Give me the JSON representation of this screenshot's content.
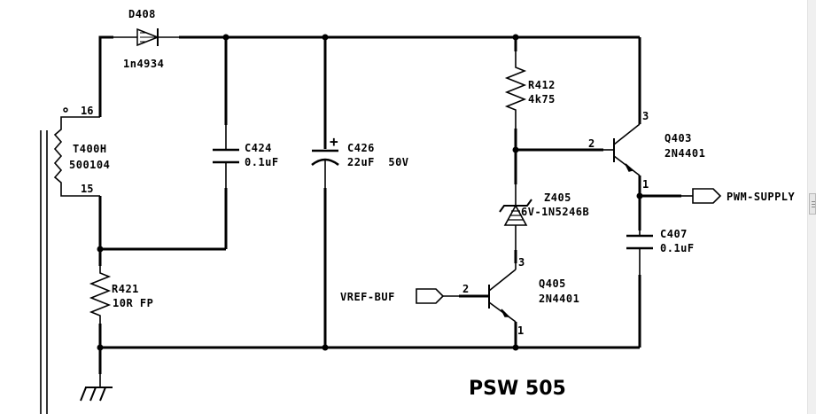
{
  "title": "PSW 505",
  "components": {
    "d408": {
      "ref": "D408",
      "value": "1n4934"
    },
    "t400h": {
      "ref": "T400H",
      "value": "500104",
      "pin_top": "16",
      "pin_bottom": "15"
    },
    "c424": {
      "ref": "C424",
      "value": "0.1uF"
    },
    "c426": {
      "ref": "C426",
      "value": "22uF  50V",
      "polarity": "+"
    },
    "r412": {
      "ref": "R412",
      "value": "4k75"
    },
    "q403": {
      "ref": "Q403",
      "value": "2N4401",
      "pin_c": "3",
      "pin_b": "2",
      "pin_e": "1"
    },
    "z405": {
      "ref": "Z405",
      "value": "6V-1N5246B"
    },
    "c407": {
      "ref": "C407",
      "value": "0.1uF"
    },
    "q405": {
      "ref": "Q405",
      "value": "2N4401",
      "pin_c": "3",
      "pin_b": "2",
      "pin_e": "1"
    },
    "r421": {
      "ref": "R421",
      "value": "10R FP"
    }
  },
  "ports": {
    "pwm_supply": "PWM-SUPPLY",
    "vref_buf": "VREF-BUF"
  }
}
